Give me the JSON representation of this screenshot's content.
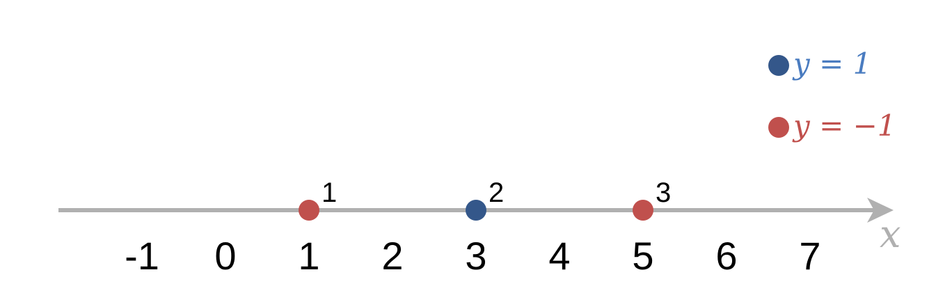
{
  "colors": {
    "axis": "#b0b0b0",
    "class_pos": "#34578a",
    "class_neg": "#c0504d",
    "legend_pos_text": "#4a7cc0",
    "legend_neg_text": "#c0504d",
    "ticks": "#000000"
  },
  "axis": {
    "variable": "x",
    "ticks": [
      "-1",
      "0",
      "1",
      "2",
      "3",
      "4",
      "5",
      "6",
      "7"
    ]
  },
  "points": [
    {
      "x": 1,
      "label": "1",
      "class": "neg"
    },
    {
      "x": 3,
      "label": "2",
      "class": "pos"
    },
    {
      "x": 5,
      "label": "3",
      "class": "neg"
    }
  ],
  "legend": {
    "pos_label": "y = 1",
    "neg_label": "y = −1"
  }
}
